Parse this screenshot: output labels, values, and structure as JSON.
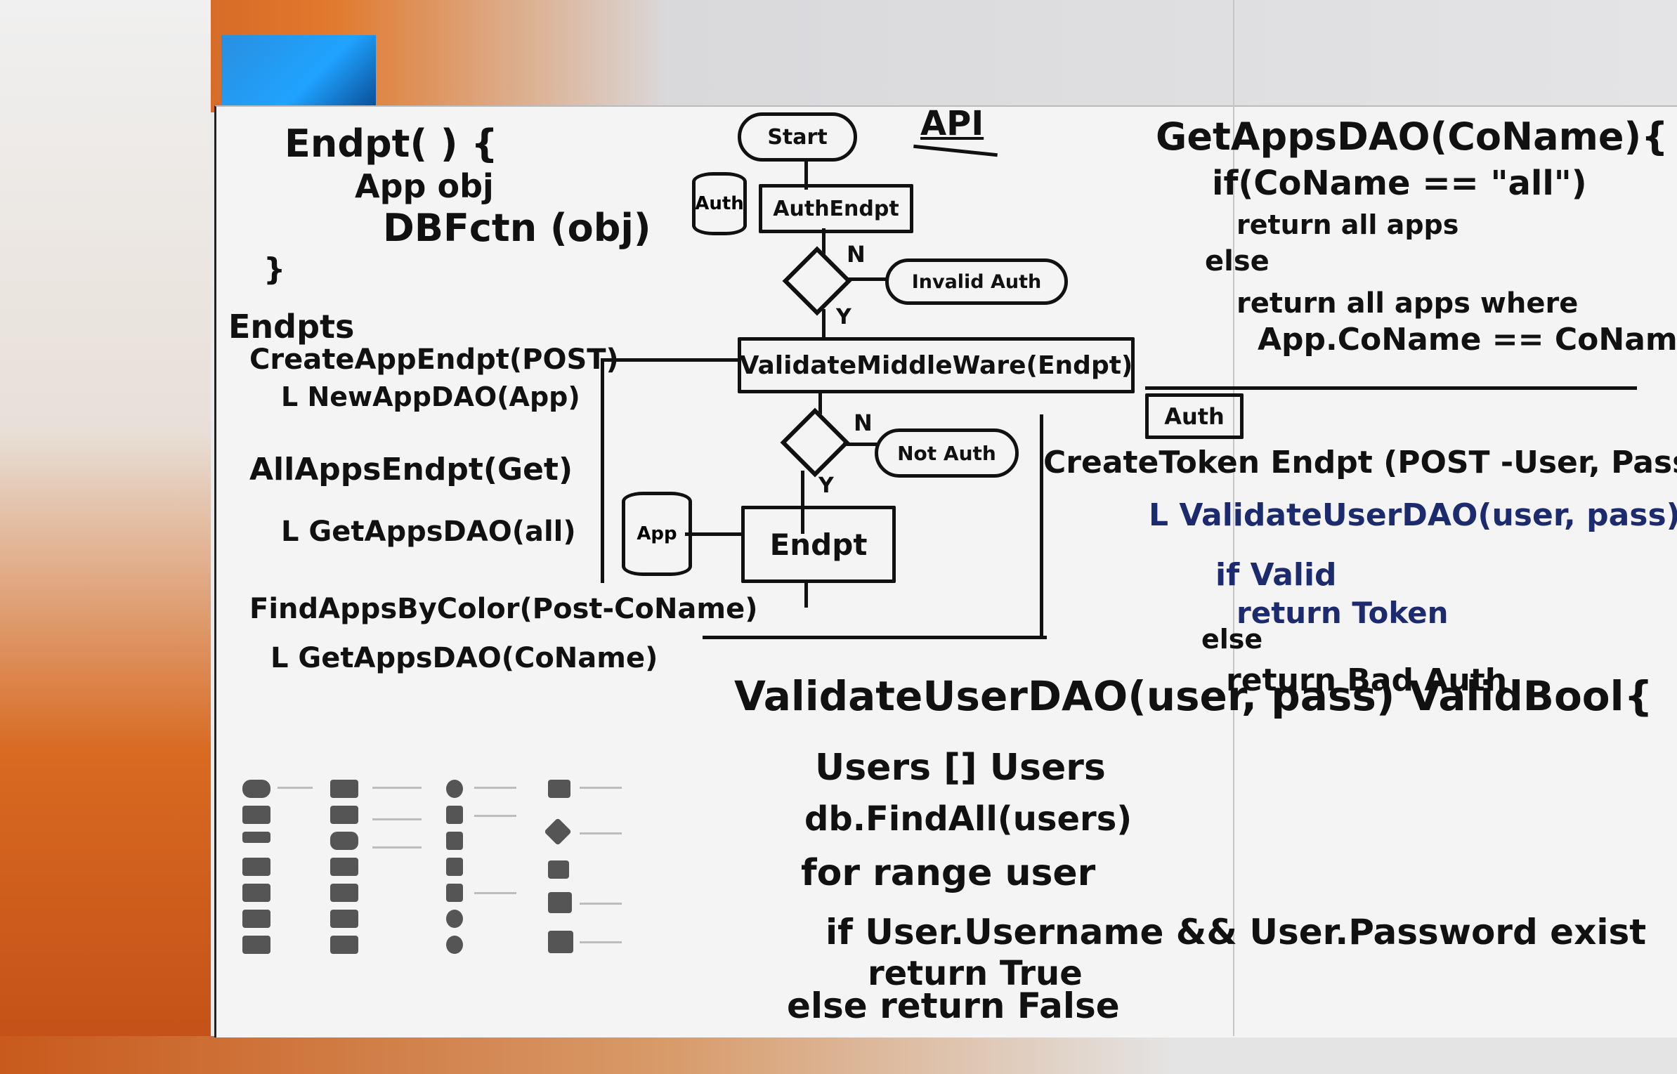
{
  "whiteboard": {
    "title": "API",
    "top_left_code": [
      "Endpt( ) {",
      "App obj",
      "DBFctn (obj)",
      "}"
    ],
    "endpoints_header": "Endpts",
    "endpoints": [
      {
        "name": "CreateAppEndpt(POST)",
        "dao": "L NewAppDAO(App)"
      },
      {
        "name": "AllAppsEndpt(Get)",
        "dao": "L GetAppsDAO(all)"
      },
      {
        "name": "FindAppsByColor(Post-CoName)",
        "dao": "L GetAppsDAO(CoName)"
      }
    ],
    "flowchart": {
      "start": "Start",
      "auth_db": "Auth",
      "auth_endpt": "AuthEndpt",
      "invalid_auth": "Invalid Auth",
      "validate_middleware": "ValidateMiddleWare(Endpt)",
      "not_auth": "Not Auth",
      "app_db": "App",
      "endpt": "Endpt",
      "yes_label": "Y",
      "no_label": "N"
    },
    "get_apps_dao": [
      "GetAppsDAO(CoName){",
      "if(CoName == \"all\")",
      "return all apps",
      "else",
      "return all apps where",
      "App.CoName == CoName"
    ],
    "auth_section": {
      "label": "Auth",
      "lines": [
        "CreateToken Endpt (POST -User, Pass)",
        "L ValidateUserDAO(user, pass)",
        "if Valid",
        "return Token",
        "else",
        "return Bad Auth"
      ]
    },
    "validate_user_dao": [
      "ValidateUserDAO(user, pass) ValidBool{",
      "Users [] Users",
      "db.FindAll(users)",
      "for range user",
      "if User.Username && User.Password exist",
      "return True",
      "else return False"
    ]
  }
}
